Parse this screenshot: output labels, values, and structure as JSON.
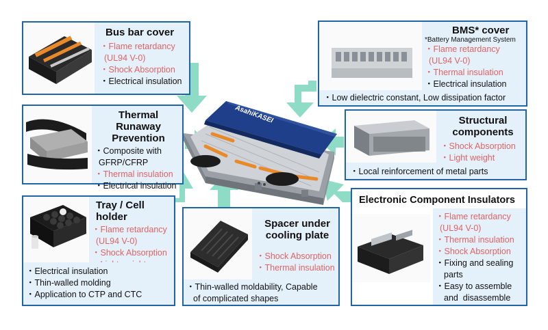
{
  "center": {
    "brand": "AsahiKASEI"
  },
  "bus_bar_cover": {
    "title": "Bus bar cover",
    "features": [
      "Flame retardancy",
      "(UL94 V-0)",
      "Shock Absorption",
      "Electrical insulation"
    ]
  },
  "bms_cover": {
    "title": "BMS* cover",
    "footnote": "*Battery Management System",
    "features": [
      "Flame retardancy",
      "(UL94 V-0)",
      "Thermal insulation",
      "Electrical insulation"
    ],
    "note": "Low dielectric constant, Low dissipation factor"
  },
  "thermal_runaway": {
    "title_line1": "Thermal Runaway",
    "title_line2": "Prevention",
    "features": [
      "Composite with",
      "GFRP/CFRP",
      "Thermal insulation",
      "Electrical insulation"
    ]
  },
  "structural": {
    "title_line1": "Structural",
    "title_line2": "components",
    "features": [
      "Shock Absorption",
      "Light weight"
    ],
    "note": "Local reinforcement of metal parts"
  },
  "tray": {
    "title": "Tray / Cell holder",
    "features": [
      "Flame retardancy",
      "(UL94 V-0)",
      "Shock Absorption",
      "Light weight"
    ],
    "notes": [
      "Electrical insulation",
      "Thin-walled molding",
      "Application to CTP and CTC"
    ]
  },
  "spacer": {
    "title_line1": "Spacer under",
    "title_line2": "cooling plate",
    "features": [
      "Shock Absorption",
      "Thermal insulation"
    ],
    "note_line1": "Thin-walled moldability, Capable",
    "note_line2": "of complicated shapes"
  },
  "electronic": {
    "title": "Electronic Component Insulators",
    "features": [
      "Flame retardancy",
      "(UL94 V-0)",
      "Thermal insulation",
      "Shock Absorption",
      "Fixing and sealing",
      "parts",
      "Easy to assemble",
      "and  disassemble"
    ]
  },
  "colors": {
    "border": "#1f64a6",
    "panel": "#e4f0fa",
    "accent_text": "#e06363",
    "arrow": "#8fdcc6"
  }
}
